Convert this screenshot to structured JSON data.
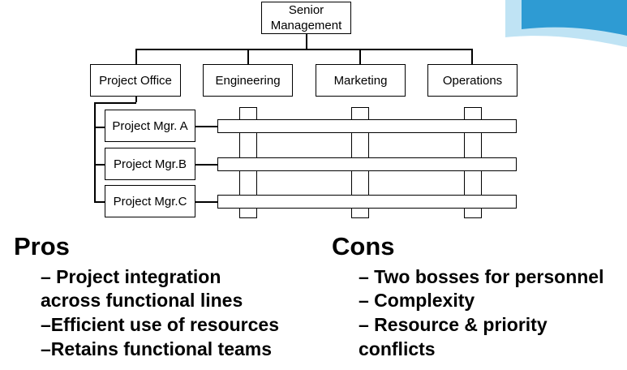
{
  "colors": {
    "swoosh_dark": "#2e9bd3",
    "swoosh_light": "#bfe3f4",
    "line": "#000000"
  },
  "org_chart": {
    "top": "Senior\nManagement",
    "functions": [
      "Project Office",
      "Engineering",
      "Marketing",
      "Operations"
    ],
    "project_managers": [
      "Project Mgr. A",
      "Project Mgr.B",
      "Project Mgr.C"
    ]
  },
  "pros": {
    "heading": "Pros",
    "items": [
      "– Project integration",
      "across functional lines",
      "–Efficient use of resources",
      "–Retains functional teams"
    ]
  },
  "cons": {
    "heading": "Cons",
    "items": [
      "– Two bosses for personnel",
      "– Complexity",
      "– Resource & priority",
      "conflicts"
    ]
  }
}
